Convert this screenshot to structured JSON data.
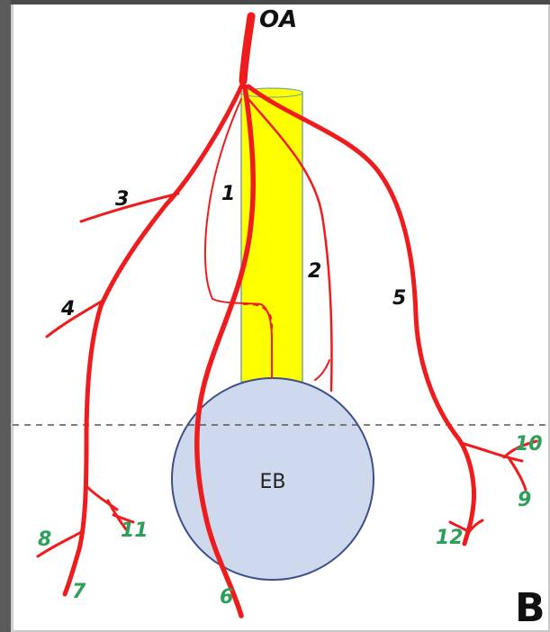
{
  "diagram": {
    "origin_label": "OA",
    "eb_label": "EB",
    "panel_letter": "B",
    "branch_labels_black": [
      "1",
      "2",
      "3",
      "4",
      "5"
    ],
    "branch_labels_green": [
      "6",
      "7",
      "8",
      "9",
      "10",
      "11",
      "12"
    ]
  },
  "colors": {
    "vessel": "#ee1c1c",
    "column_fill": "#ffff00",
    "eb_fill": "#cfd9ee",
    "eb_stroke": "#3d4f88",
    "green_label": "#2e9e5b",
    "dashed_line": "#555555"
  }
}
